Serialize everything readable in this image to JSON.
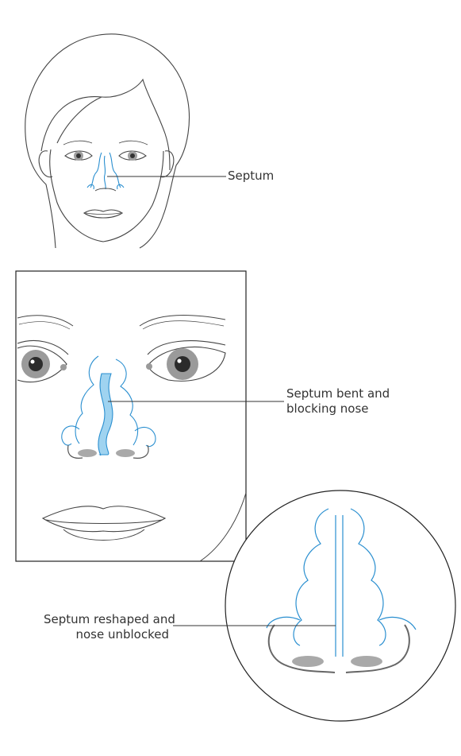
{
  "labels": {
    "septum": "Septum",
    "septum_bent_line1": "Septum bent and",
    "septum_bent_line2": "blocking nose",
    "septum_reshaped_line1": "Septum reshaped and",
    "septum_reshaped_line2": "nose unblocked"
  },
  "colors": {
    "outline": "#444444",
    "septum": "#2a8fd0",
    "septum_fill": "#9fd3f0",
    "iris": "#9a9a9a",
    "shadow": "#a9a9a9"
  }
}
